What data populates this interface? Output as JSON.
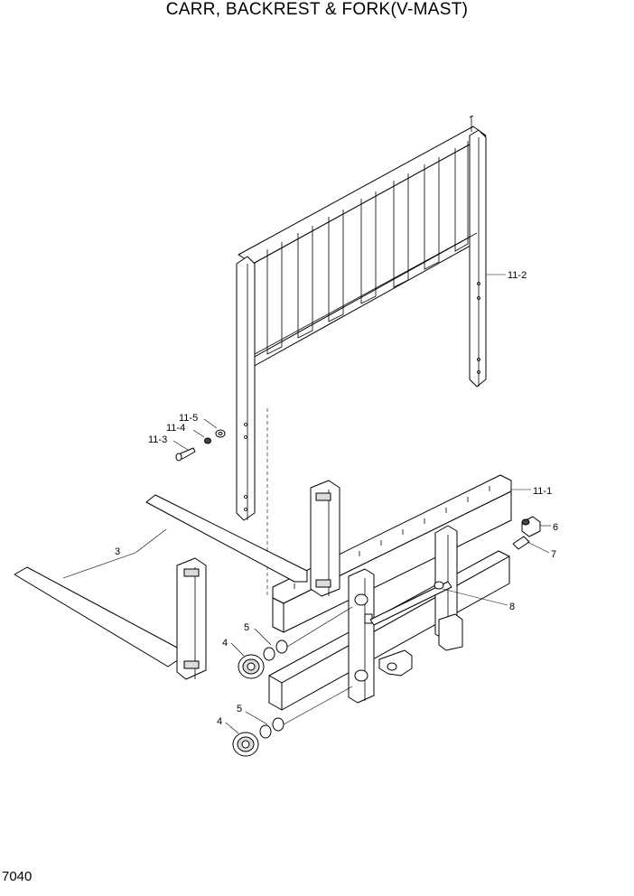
{
  "title": "CARR, BACKREST & FORK(V-MAST)",
  "page_code": "7040",
  "callouts": {
    "c11_2": "11-2",
    "c11_5": "11-5",
    "c11_4": "11-4",
    "c11_3": "11-3",
    "c11_1": "11-1",
    "c6": "6",
    "c7": "7",
    "c3": "3",
    "c8": "8",
    "c5a": "5",
    "c4a": "4",
    "c5b": "5",
    "c4b": "4"
  }
}
